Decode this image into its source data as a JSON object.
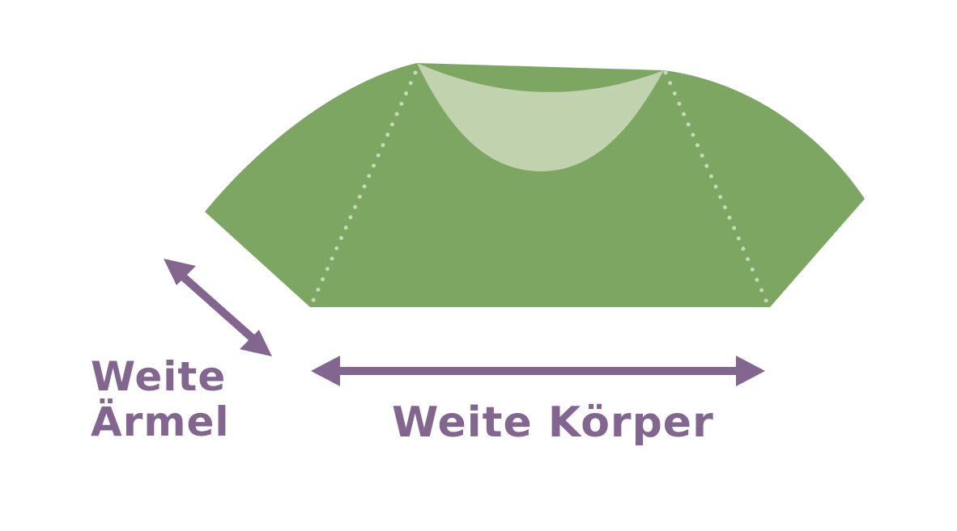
{
  "colors": {
    "yoke_green": "#7da662",
    "neckline_light_green": "#c0d3ae",
    "seam_dots": "#c5dbb3",
    "arrow_purple": "#83668f",
    "label_purple": "#83668f"
  },
  "labels": {
    "sleeve_line1": "Weite",
    "sleeve_line2": "Ärmel",
    "body": "Weite Körper"
  }
}
